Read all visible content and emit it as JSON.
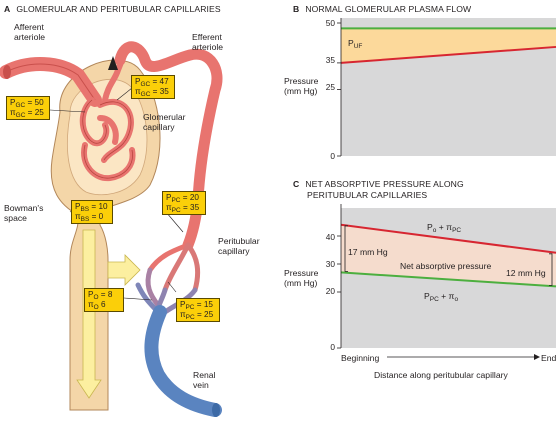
{
  "panel_a": {
    "letter": "A",
    "title": "GLOMERULAR AND PERITUBULAR CAPILLARIES",
    "labels": {
      "afferent": [
        "Afferent",
        "arteriole"
      ],
      "efferent": [
        "Efferent",
        "arteriole"
      ],
      "glomerular": [
        "Glomerular",
        "capillary"
      ],
      "bowman": [
        "Bowman's",
        "space"
      ],
      "peritubular": [
        "Peritubular",
        "capillary"
      ],
      "renal_vein": [
        "Renal",
        "vein"
      ]
    },
    "boxes": {
      "gc_left": [
        "P",
        "GC",
        " = 50",
        "π",
        "GC",
        " = 25"
      ],
      "gc_right": [
        "P",
        "GC",
        " = 47",
        "π",
        "GC",
        " = 35"
      ],
      "bs": [
        "P",
        "BS",
        " = 10",
        "π",
        "BS",
        " = 0"
      ],
      "pc_top": [
        "P",
        "PC",
        " = 20",
        "π",
        "PC",
        " = 35"
      ],
      "o": [
        "P",
        "O",
        " = 8",
        "π",
        "O",
        " 6"
      ],
      "pc_bottom": [
        "P",
        "PC",
        " = 15",
        "π",
        "PC",
        " = 25"
      ]
    },
    "colors": {
      "artery": "#e8746f",
      "vein": "#5a84c0",
      "capsule": "#f4d6a8",
      "tag": "#fbcf09",
      "arrow": "#fcefa0"
    }
  },
  "panel_b": {
    "letter": "B",
    "title": "NORMAL GLOMERULAR PLASMA FLOW",
    "chart_data": {
      "type": "line",
      "ylabel": [
        "Pressure",
        "(mm Hg)"
      ],
      "yticks": [
        "50",
        "35",
        "25",
        "0"
      ],
      "ylim": [
        0,
        50
      ],
      "series": [
        {
          "values": [
            48,
            48
          ]
        },
        {
          "values": [
            35,
            41
          ]
        }
      ],
      "region_label": [
        "P",
        "UF"
      ],
      "colors": {
        "top": "#4caf3f",
        "bottom": "#d72631",
        "band": "#fcd99b",
        "bg": "#d8d8d9"
      }
    }
  },
  "panel_c": {
    "letter": "C",
    "title": [
      "NET ABSORPTIVE PRESSURE ALONG",
      "PERITUBULAR CAPILLARIES"
    ],
    "chart_data": {
      "type": "line",
      "ylabel": [
        "Pressure",
        "(mm Hg)"
      ],
      "yticks": [
        "40",
        "30",
        "20",
        "0"
      ],
      "ylim": [
        0,
        50
      ],
      "x_start": "Beginning",
      "x_end": "End",
      "xlabel": "Distance along peritubular capillary",
      "series": [
        {
          "name_parts": [
            "P",
            "o",
            " + π",
            "PC"
          ],
          "values": [
            44,
            34
          ]
        },
        {
          "name_parts": [
            "P",
            "PC",
            " + π",
            "o"
          ],
          "values": [
            27,
            22
          ]
        }
      ],
      "annotations": {
        "left": "17 mm Hg",
        "middle": "Net absorptive pressure",
        "right": "12 mm Hg"
      },
      "colors": {
        "top": "#d72631",
        "bottom": "#4caf3f",
        "band": "#f5dccd",
        "bg": "#d8d8d9"
      }
    }
  }
}
